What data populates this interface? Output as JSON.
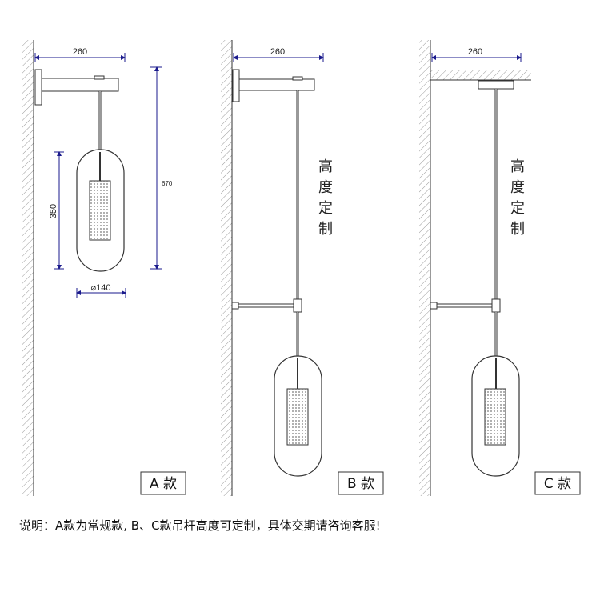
{
  "colors": {
    "line": "#333333",
    "dimension": "#1a1a8c",
    "hatch": "#9a9a9a",
    "background": "#ffffff"
  },
  "models": {
    "a": {
      "label": "A 款",
      "width": "260",
      "height_total": "670",
      "shade_height": "350",
      "diameter": "⌀140"
    },
    "b": {
      "label": "B 款",
      "width": "260",
      "vertical_note": [
        "高",
        "度",
        "定",
        "制"
      ]
    },
    "c": {
      "label": "C 款",
      "width": "260",
      "vertical_note": [
        "高",
        "度",
        "定",
        "制"
      ]
    }
  },
  "footnote": "说明：A款为常规款, B、C款吊杆高度可定制，具体交期请咨询客服!"
}
